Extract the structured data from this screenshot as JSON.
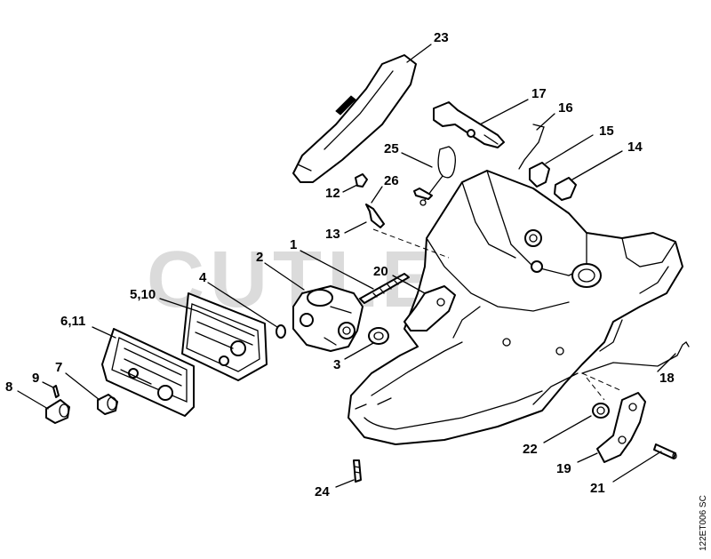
{
  "watermark": "CUTLERS",
  "drawing_code": "122ET006 SC",
  "callouts": {
    "c1": "1",
    "c2": "2",
    "c3": "3",
    "c4": "4",
    "c5_10": "5,10",
    "c6_11": "6,11",
    "c7": "7",
    "c8": "8",
    "c9": "9",
    "c12": "12",
    "c13": "13",
    "c14": "14",
    "c15": "15",
    "c16": "16",
    "c17": "17",
    "c18": "18",
    "c19": "19",
    "c20": "20",
    "c21": "21",
    "c22": "22",
    "c23": "23",
    "c24": "24",
    "c25": "25",
    "c26": "26"
  }
}
